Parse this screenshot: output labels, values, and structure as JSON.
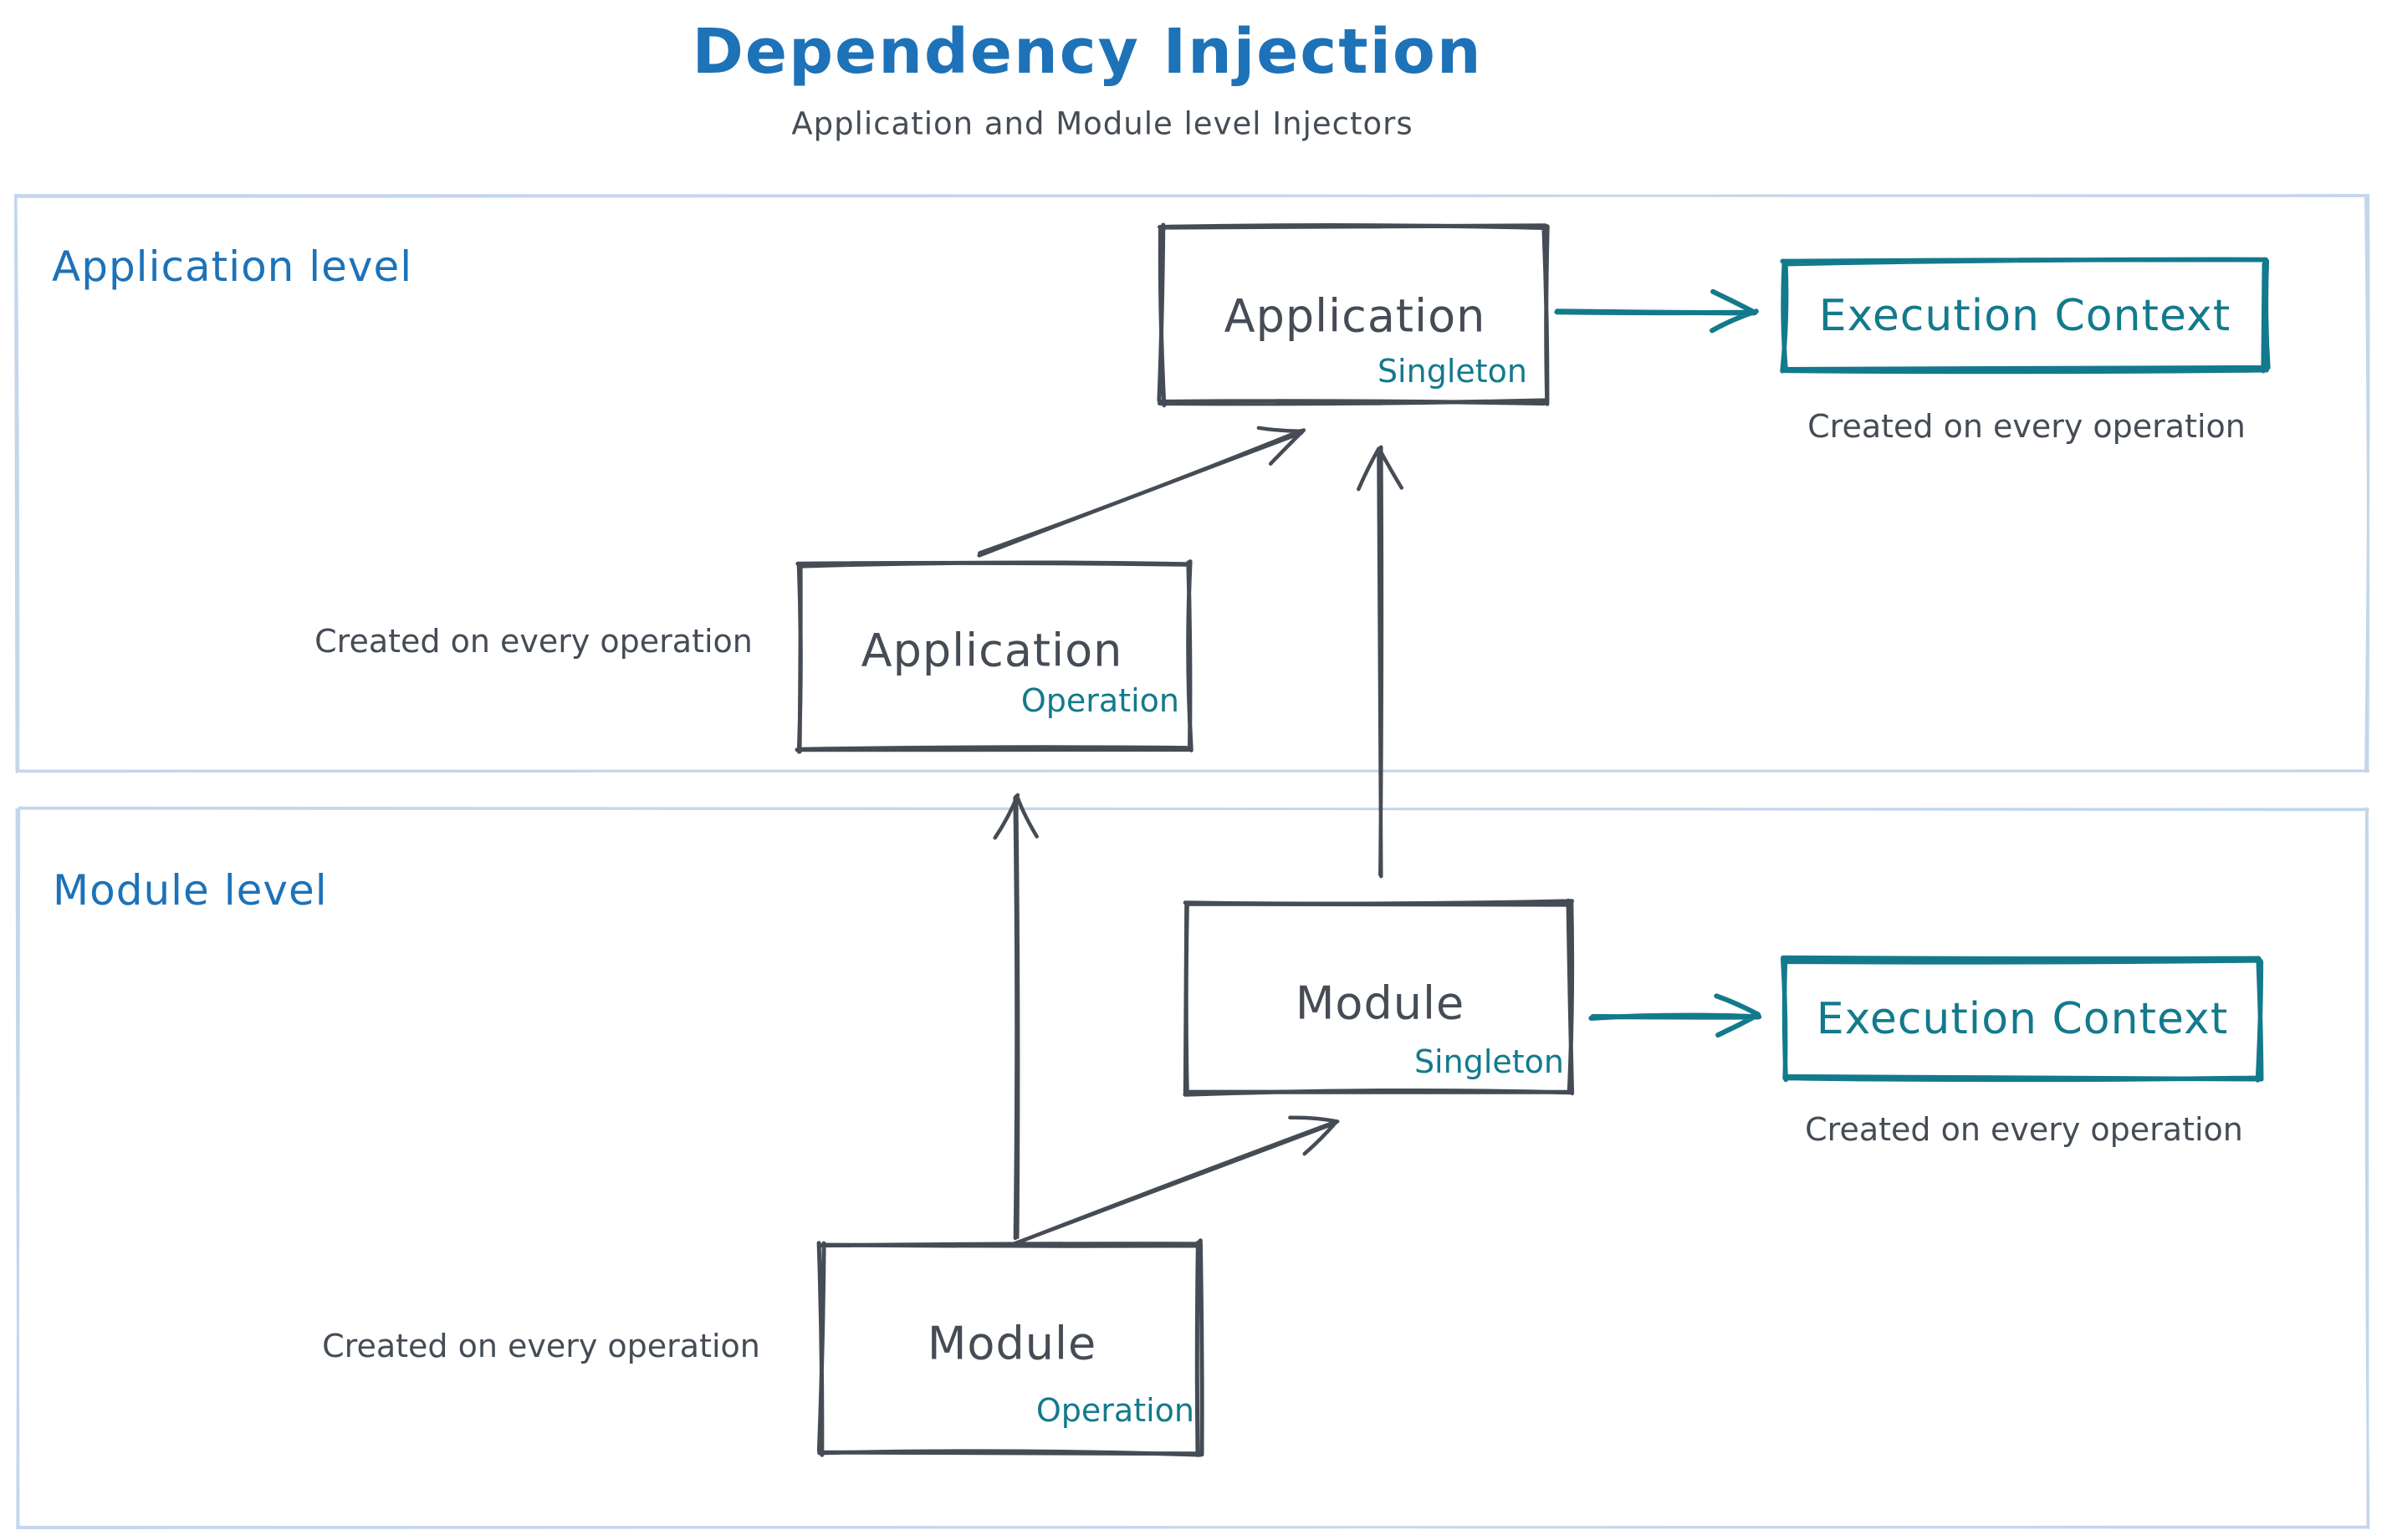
{
  "title": "Dependency Injection",
  "subtitle": "Application and Module level Injectors",
  "colors": {
    "blue": "#1d72b8",
    "ink": "#454c55",
    "teal": "#137a8c",
    "frame": "#c3d6ec"
  },
  "app_section": {
    "label": "Application level",
    "singleton_box": {
      "name": "Application",
      "scope": "Singleton"
    },
    "operation_box": {
      "name": "Application",
      "scope": "Operation"
    },
    "execution_context_label": "Execution Context",
    "caption_operation": "Created on every operation",
    "caption_execution": "Created on every operation"
  },
  "module_section": {
    "label": "Module level",
    "singleton_box": {
      "name": "Module",
      "scope": "Singleton"
    },
    "operation_box": {
      "name": "Module",
      "scope": "Operation"
    },
    "execution_context_label": "Execution Context",
    "caption_operation": "Created on every operation",
    "caption_execution": "Created on every operation"
  }
}
